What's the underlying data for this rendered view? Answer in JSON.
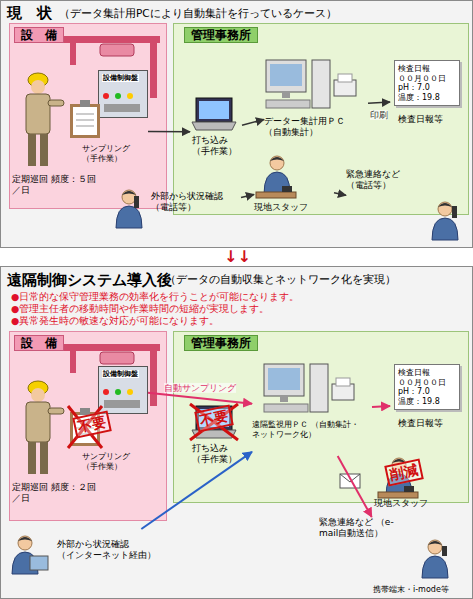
{
  "diagram": {
    "nodes": [
      {
        "text": [
          "現　状",
          "（データ集計用PCにより自動集計を行っているケース）"
        ]
      },
      {
        "text": [
          "設　備"
        ],
        "in": 0
      },
      {
        "text": [
          "設備制御盤"
        ],
        "in": 1
      },
      {
        "text": [
          "サンプリング （手作業）"
        ],
        "in": 1
      },
      {
        "text": [
          "管理事務所"
        ],
        "in": 0
      },
      {
        "text": [
          "打ち込み （手作業）"
        ],
        "in": 4
      },
      {
        "text": [
          "データー集計用ＰＣ （自動集計）"
        ],
        "in": 4
      },
      {
        "text": [
          "検査日報 ００月００日 pH：7.0 温度：19.8",
          "検査日報等"
        ],
        "in": 4
      },
      {
        "text": [
          "現地スタッフ"
        ],
        "in": 4
      },
      {
        "text": [
          "外部から状況確認 （電話等）"
        ],
        "in": 0
      },
      {
        "text": [
          "緊急連絡など （電話等）"
        ],
        "in": 0
      },
      {
        "text": [
          "遠隔制御システム導入後",
          "（データの自動収集とネットワーク化を実現）",
          "●日常的な保守管理業務の効率化を行うことが可能になります。",
          "●管理主任者の移動時間や作業時間の短縮が実現します。",
          "●異常発生時の敏速な対応が可能になります。"
        ]
      },
      {
        "text": [
          "設　備"
        ],
        "in": 11
      },
      {
        "text": [
          "設備制御盤"
        ],
        "in": 12
      },
      {
        "text": [
          "サンプリング （手作業）"
        ],
        "in": 12
      },
      {
        "text": [
          "管理事務所"
        ],
        "in": 11
      },
      {
        "text": [
          "打ち込み （手作業）"
        ],
        "in": 15
      },
      {
        "text": [
          "遠隔監視用ＰＣ （自動集計・ネットワーク化）"
        ],
        "in": 15
      },
      {
        "text": [
          "検査日報 ００月００日 pH：7.0 温度：19.8",
          "検査日報等"
        ],
        "in": 15
      },
      {
        "text": [
          "現地スタッフ"
        ],
        "in": 15
      },
      {
        "text": [
          "外部から状況確認 （インターネット経由）"
        ],
        "in": 11
      },
      {
        "text": [
          "緊急連絡など （e-mail自動送信）",
          "携帯端末・i-mode等"
        ],
        "in": 11
      }
    ],
    "edges": [
      {
        "from": 3,
        "to": 5,
        "arrow": "to"
      },
      {
        "from": 5,
        "to": 6,
        "arrow": "to"
      },
      {
        "from": 6,
        "to": 7,
        "label": "印刷",
        "arrow": "to"
      },
      {
        "from": 9,
        "to": 8,
        "arrow": "to"
      },
      {
        "from": 8,
        "to": 10,
        "arrow": "to"
      },
      {
        "from": 13,
        "to": 17,
        "label": "自動サンプリング",
        "arrow": "to"
      },
      {
        "from": 17,
        "to": 18,
        "arrow": "to"
      },
      {
        "from": 20,
        "to": 17,
        "arrow": "to"
      },
      {
        "from": 17,
        "to": 21,
        "arrow": "to"
      }
    ],
    "labels": [
      "定期巡回 頻度：５回／日",
      "↓↓",
      "定期巡回 頻度：２回／日",
      "不要",
      "不要",
      "削減"
    ]
  }
}
